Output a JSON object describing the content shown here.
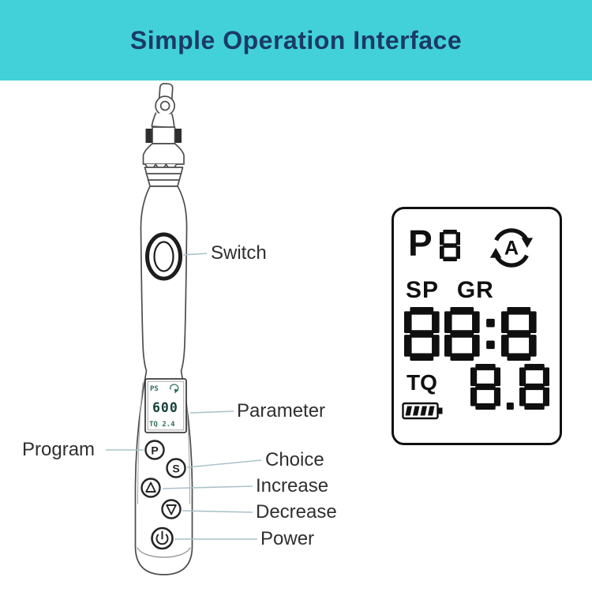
{
  "banner": {
    "title": "Simple Operation Interface",
    "bg_color": "#42d1d8",
    "text_color": "#1b3a66"
  },
  "annotations": {
    "switch": "Switch",
    "parameter": "Parameter",
    "program": "Program",
    "choice": "Choice",
    "increase": "Increase",
    "decrease": "Decrease",
    "power": "Power",
    "line_color": "#a9c3ca"
  },
  "device": {
    "mini_display": {
      "top": "PS",
      "middle": "600",
      "bottom": "TQ 2.4"
    },
    "buttons": {
      "program": "P",
      "choice": "S",
      "increase": "up-triangle",
      "decrease": "down-triangle",
      "power": "power-symbol"
    }
  },
  "lcd": {
    "program_prefix": "P",
    "program_digit": "8",
    "auto_label": "A",
    "mode_labels": "SP GR",
    "main_display": "88:8",
    "torque_label": "TQ",
    "torque_value": "8.8",
    "battery_bars": 4,
    "segment_color": "#0f0f0f"
  }
}
